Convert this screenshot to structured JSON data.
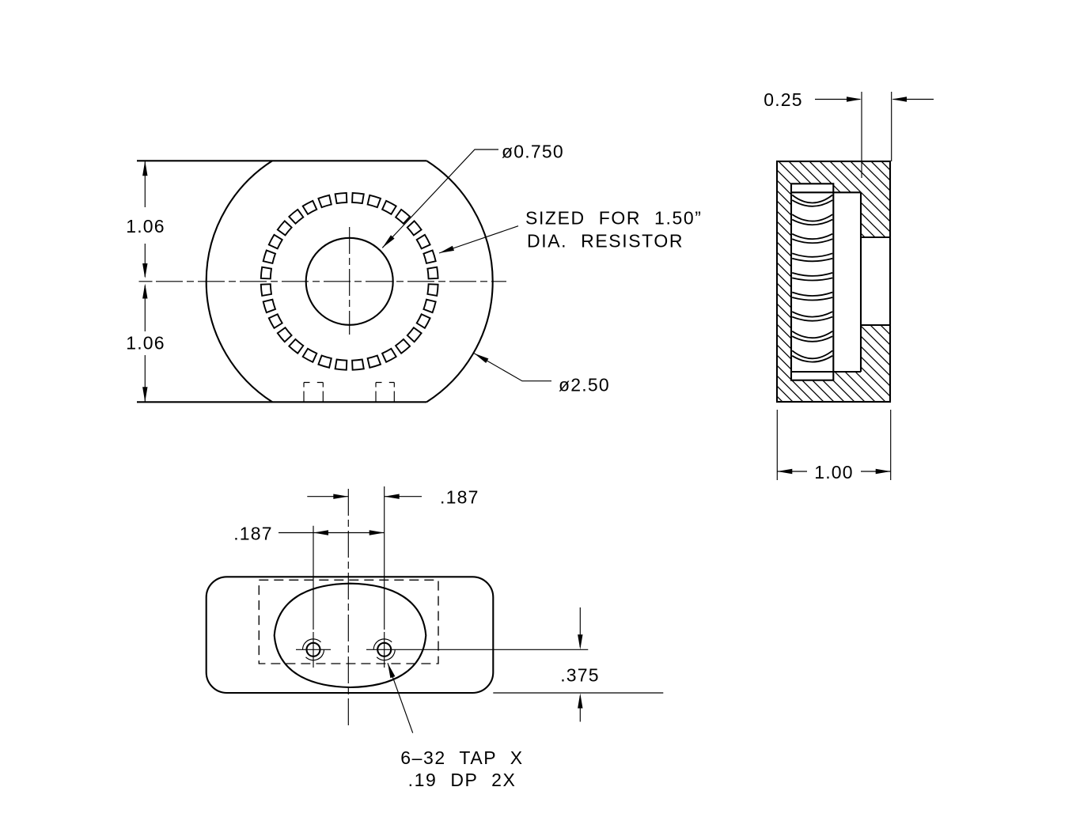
{
  "drawing": {
    "background_color": "#ffffff",
    "line_color": "#000000",
    "views": {
      "front": {
        "dim_top": "1.06",
        "dim_bottom": "1.06",
        "hole_dia": "ø0.750",
        "note_line1": "SIZED FOR 1.50”",
        "note_line2": "DIA. RESISTOR",
        "outer_dia": "ø2.50"
      },
      "section": {
        "lip_depth": "0.25",
        "width": "1.00"
      },
      "bottom": {
        "offset_right": ".187",
        "offset_left": ".187",
        "hole_height": ".375",
        "tap_note_line1": "6–32 TAP X",
        "tap_note_line2": ".19 DP 2X"
      }
    }
  }
}
